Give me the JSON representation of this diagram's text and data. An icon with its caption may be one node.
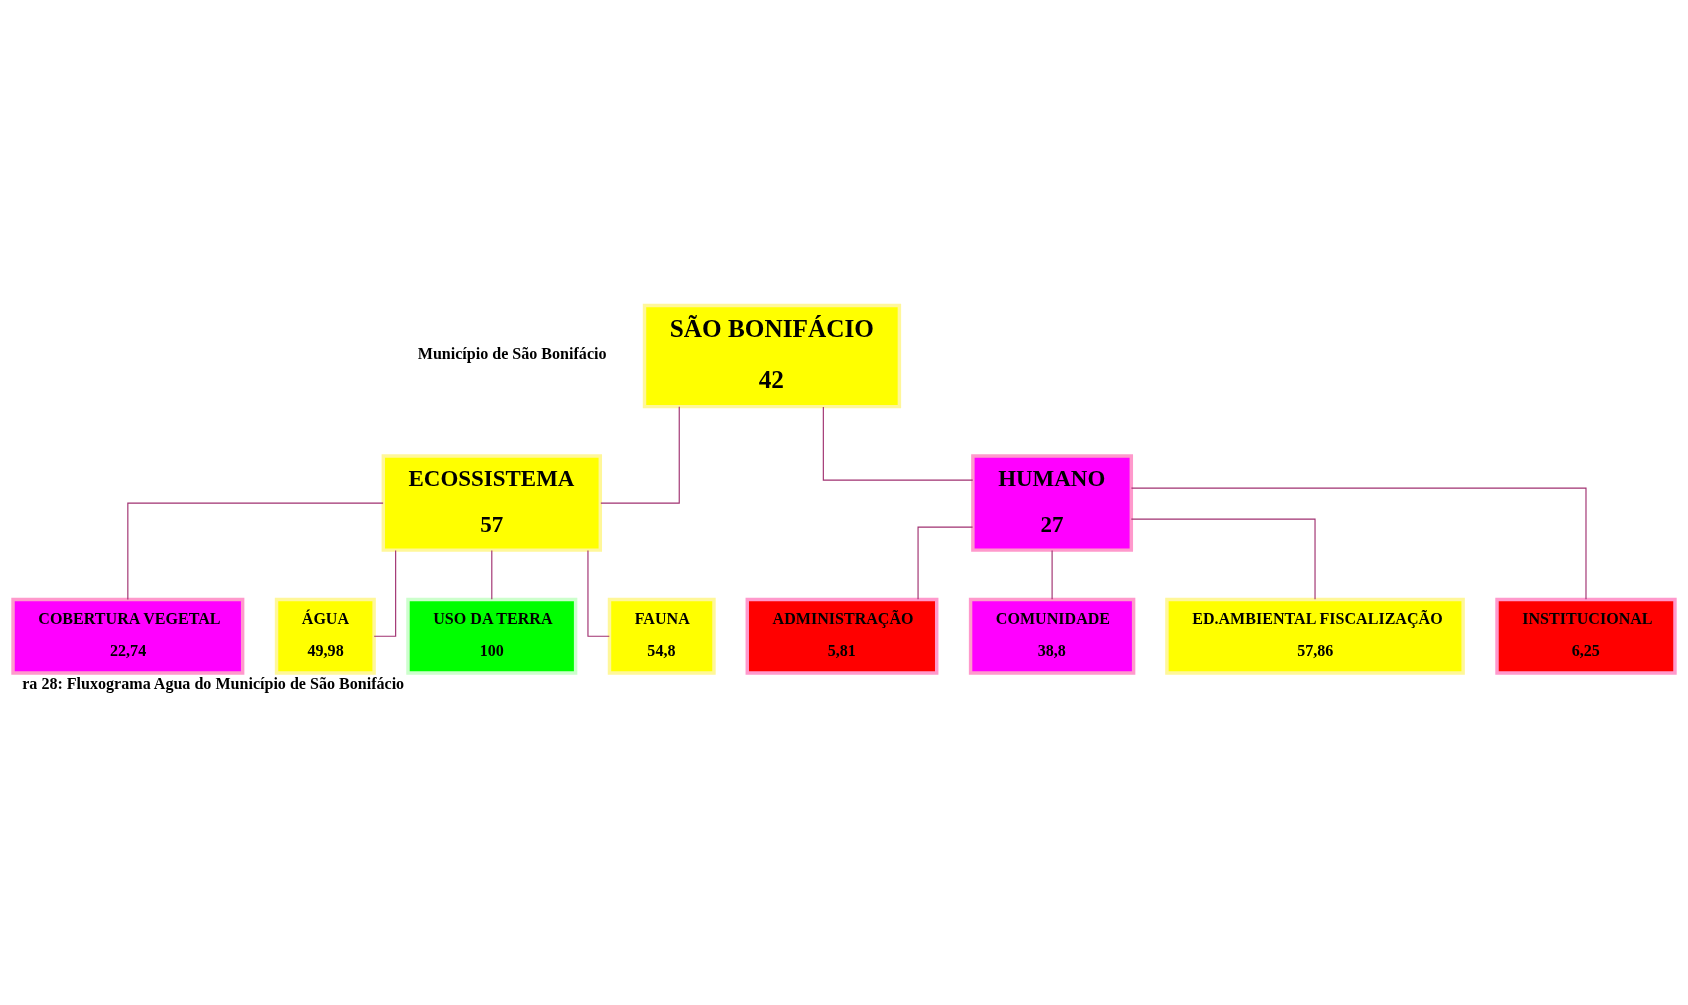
{
  "diagram": {
    "title": "Município de São Bonifácio",
    "caption": "ra 28: Fluxograma Agua do Município de São Bonifácio",
    "nodes": [
      {
        "text": [
          "SÃO BONIFÁCIO",
          "42"
        ]
      },
      {
        "text": [
          "ECOSSISTEMA",
          "57"
        ]
      },
      {
        "text": [
          "HUMANO",
          "27"
        ]
      },
      {
        "text": [
          "COBERTURA VEGETAL",
          "22,74"
        ]
      },
      {
        "text": [
          "ÁGUA",
          "49,98"
        ]
      },
      {
        "text": [
          "USO DA TERRA",
          "100"
        ]
      },
      {
        "text": [
          "FAUNA",
          "54,8"
        ]
      },
      {
        "text": [
          "ADMINISTRAÇÃO",
          "5,81"
        ]
      },
      {
        "text": [
          "COMUNIDADE",
          "38,8"
        ]
      },
      {
        "text": [
          "ED.AMBIENTAL FISCALIZAÇÃO",
          "57,86"
        ]
      },
      {
        "text": [
          "INSTITUCIONAL",
          "6,25"
        ]
      }
    ],
    "edges": [
      {
        "from": 0,
        "to": 1,
        "arrow": "none"
      },
      {
        "from": 0,
        "to": 2,
        "arrow": "none"
      },
      {
        "from": 1,
        "to": 3,
        "arrow": "none"
      },
      {
        "from": 1,
        "to": 4,
        "arrow": "none"
      },
      {
        "from": 1,
        "to": 5,
        "arrow": "none"
      },
      {
        "from": 1,
        "to": 6,
        "arrow": "none"
      },
      {
        "from": 2,
        "to": 7,
        "arrow": "none"
      },
      {
        "from": 2,
        "to": 8,
        "arrow": "none"
      },
      {
        "from": 2,
        "to": 9,
        "arrow": "none"
      },
      {
        "from": 2,
        "to": 10,
        "arrow": "none"
      }
    ]
  }
}
